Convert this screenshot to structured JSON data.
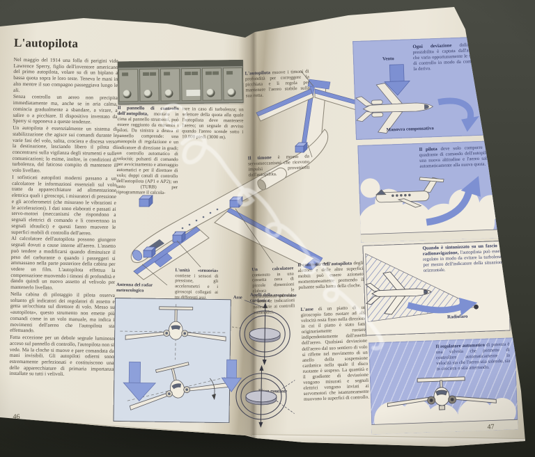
{
  "colors": {
    "background": "#3f4139",
    "paper": "#e8e3d4",
    "panel_blue": "#a9b3de",
    "diagram_blue": "#7d90d2",
    "light_panel_blue": "#d6dee9",
    "body_text": "#4c463d"
  },
  "left_page": {
    "title": "L'autopilota",
    "page_number": "46",
    "paragraphs": [
      "Nel maggio del 1914 una folla di parigini vide Lawrence Sperry, figlio dell'inventore americano del primo autopilota, volare su di un biplano a bassa quota sopra le loro teste. Teneva le mani in alto mentre il suo compagno passeggiava lungo le ali.",
      "Senza controllo un aereo non precipita immediatamente ma, anche se in aria calma, comincia gradualmente a sbandare, a virare, a salire o a picchiare. Il dispositivo inventato da Sperry si opponeva a queste tendenze.",
      "Un autopilota è essenzialmente un sistema di stabilizzazione che agisce sui comandi durante le varie fasi del volo, salita, crociera e discesa verso la destinazione, lasciando libero il pilota di concentrarsi sulla vigilanza degli strumenti e sulle comunicazioni; lo esime, inoltre, in condizioni di turbolenza, dal faticoso compito di mantenere il volo livellato.",
      "I sofisticati autopiloti moderni passano a un calcolatore le informazioni essenziali sul volo tratte da apparecchiature ad alimentazione elettrica quali i giroscopi, i misuratori di pressione e gli accelerometri (che misurano le vibrazioni e le accelerazioni). I dati sono elaborati e passati ai servo-motori (meccanismi che rispondono a segnali elettrici di comando e li convertono in segnali idraulici) e questi fanno muovere le superfici mobili di controllo dell'aereo.",
      "Al calcolatore dell'autopilota possono giungere segnali dovuti a cause interne all'aereo. L'assetto può tendere a modificarsi quando diminuisce il peso del carburante o quando i passeggeri si ammassano nella parte posteriore della cabina per vedere un film. L'autopilota effettua la compensazione muovendo i timoni di profondità e dando quindi un nuovo assetto al velivolo per mantenerlo livellato.",
      "Nella cabina di pilotaggio il pilota osserva soltanto gli indicatori dei regolatori di assetto e getta un'occhiata sul direttore di volo. Messo su «autopilota», questo strumento non emette più comandi come in un volo manuale, ma indica i movimenti dell'aereo che l'autopilota sta effettuando.",
      "Fatta eccezione per un debole segnale luminoso acceso sul pannello di controllo, l'autopilota non si vede. Ma la cloche si muove e pare comandata da mani invisibili. Gli autopiloti odierni sono estremamente perfezionati e costituiscono una delle apparecchiature di primaria importanza installate su tutti i velivoli."
    ],
    "panel_caption": {
      "lead": "Il pannello di controllo dell'autopilota,",
      "col1": "montato in cima al pannello strumenti, può essere raggiunto da entrambi i piloti. Da sinistra a destra il pannello comprende: una manopola di regolazione e un indicatore di direzione in gradi; un controllo automatico di velocità; pulsanti di comando per avvicinamento e atterraggio automatici e per il direttore di volo; doppi canali di controllo dell'autopilota (AP1 e AP2); un tasto (TURB) per riprogrammare il calcola-",
      "col2": "tore in caso di turbolenza; un selettore della quota alla quale l'autopilota deve mantenere l'aereo; un segnale di avviso quando l'aereo scende sotto i 10.000 piedi (3000 m)."
    }
  },
  "diagram": {
    "captions": {
      "autopilota": {
        "lead": "L'autopilota",
        "text": "muove i timoni di profondità per correggere la picchiata e li regola per mantenere l'aereo stabile sulla sua rotta."
      },
      "timone": {
        "lead": "Il timone",
        "text": "è mosso da servomeccanismi che ricevono impulsi provenienti dall'autopilota."
      },
      "unita": {
        "lead": "L'unità «sensoria»",
        "text": "contiene i sensori di pressione, gli accelerometri e i giroscopi collegati ai tre differenti assi."
      },
      "antenna": "Antenna del radar meteorologico",
      "calcolatore": {
        "lead": "Un calcolatore",
        "text": "contenuto in una cassetta nera di piccole dimensioni elabora le informazioni sul volo e invia le indicazioni necessarie ai controlli automatici."
      },
      "controllo": {
        "lead": "Il controllo dell'autopilota",
        "text": "degli alettoni e delle altre superfici mobili può essere azionato momentaneamente premendo il pulsante sulla barra della cloche."
      }
    },
    "gyro": {
      "label_asse": "Asse",
      "label_anelli": "Anelli della sospensione cardanica",
      "label_disco": "Disco ruotante",
      "paragraph": {
        "lead": "L'asse",
        "text": "di un piatto di un giroscopio fatto ruotare ad alta velocità resta fisso nella direzione in cui il piatto è stato fatto originariamente ruotare, indipendentemente dall'assetto dell'aereo. Qualsiasi deviazione dell'aereo dal suo sentiero di volo si riflette nel movimento di un anello della sospensione cardanica nella quale il disco ruotante è sospeso. La quantità e il gradiente di deviazione vengono misurati e segnali elettrici vengono inviati ai servomotori che istantaneamente muovono le superfici di controllo."
      }
    }
  },
  "right_page": {
    "page_number": "47",
    "panels": [
      {
        "lead": "Ogni deviazione",
        "text": "dalla rotta prestabilita è captata dall'autopilota che varia opportunamente le superfici di controllo in modo da compensare la deriva.",
        "labels": {
          "vento": "Vento",
          "manovra": "Manovra compensativa"
        }
      },
      {
        "lead": "Il pilota",
        "text": "deve solo comporre sul quadrante di comando dell'autopilota una nuova altitudine e l'aereo salirà automaticamente alla nuova quota."
      },
      {
        "lead": "Quando è sintonizzato su un fascio di radionavigazione,",
        "text": "l'autopilota può essere regolato in modo da evitare la turbolenza per mezzo dell'indicatore della situazione orizzontale.",
        "labels": {
          "radiofaro": "Radiofaro"
        }
      },
      {
        "lead": "Il regolatore automatico",
        "text": "di potenza è una valvola che permette di controllare automaticamente la velocità sia che l'aereo stia salendo, sia in crociera o stia atterrando."
      }
    ]
  },
  "watermark": {
    "symbol": "©"
  }
}
